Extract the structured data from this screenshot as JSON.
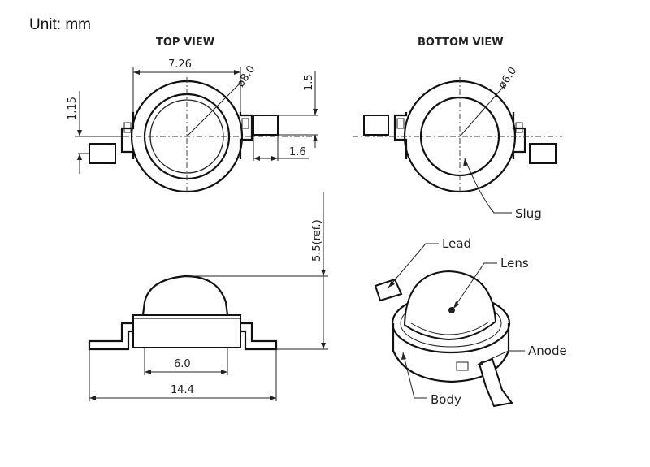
{
  "unit_label": "Unit: mm",
  "views": {
    "top": "TOP VIEW",
    "bottom": "BOTTOM VIEW"
  },
  "dimensions": {
    "width": "7.26",
    "lens_dia": "ø8.0",
    "lead_h": "1.5",
    "lead_w": "1.6",
    "offset": "1.15",
    "slug_dia": "ø6.0",
    "height": "5.5(ref.)",
    "base": "6.0",
    "total": "14.4"
  },
  "labels": {
    "slug": "Slug",
    "lead": "Lead",
    "lens": "Lens",
    "anode": "Anode",
    "body": "Body"
  }
}
